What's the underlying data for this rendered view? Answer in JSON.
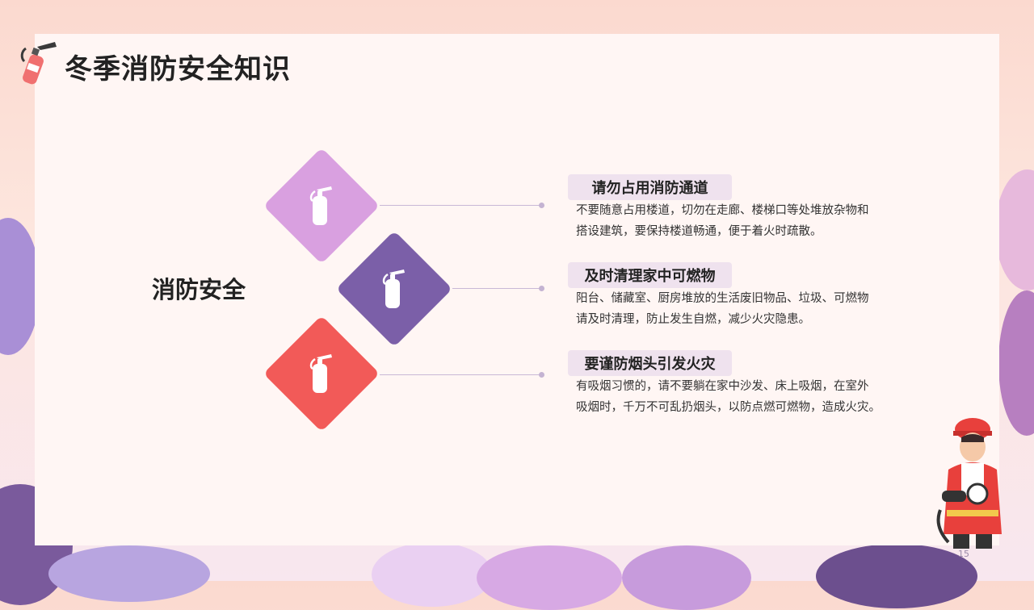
{
  "header": {
    "title": "冬季消防安全知识",
    "icon": "fire-extinguisher-icon"
  },
  "main": {
    "subject": "消防安全",
    "items": [
      {
        "heading": "请勿占用消防通道",
        "lines": [
          "不要随意占用楼道，切勿在走廊、楼梯口等处堆放杂物和",
          "搭设建筑，要保持楼道畅通，便于着火时疏散。"
        ],
        "color": "#d9a0e0",
        "icon": "fire-extinguisher-icon"
      },
      {
        "heading": "及时清理家中可燃物",
        "lines": [
          "阳台、储藏室、厨房堆放的生活废旧物品、垃圾、可燃物",
          "请及时清理，防止发生自燃，减少火灾隐患。"
        ],
        "color": "#7b5fa8",
        "icon": "fire-extinguisher-icon"
      },
      {
        "heading": "要谨防烟头引发火灾",
        "lines": [
          "有吸烟习惯的，请不要躺在家中沙发、床上吸烟，在室外",
          "吸烟时，千万不可乱扔烟头，以防点燃可燃物，造成火灾。"
        ],
        "color": "#f25a58",
        "icon": "fire-extinguisher-icon"
      }
    ]
  },
  "footer": {
    "page_number": "15"
  },
  "colors": {
    "background": "#fde6de",
    "card": "#fff6f4",
    "tag": "#efe2ee",
    "text": "#222222"
  }
}
